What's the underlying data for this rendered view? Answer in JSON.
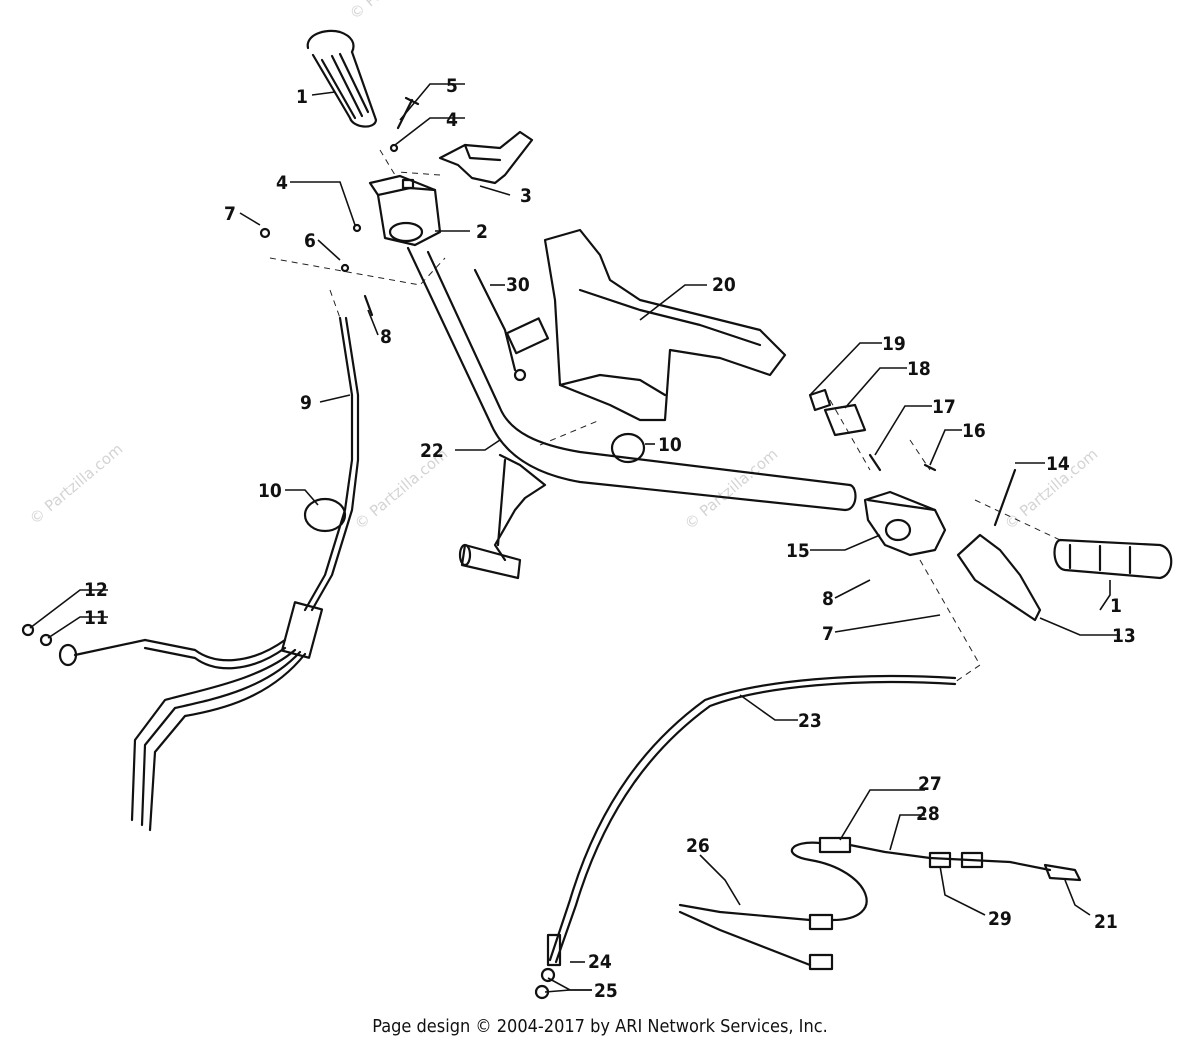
{
  "footer": "Page design © 2004-2017 by ARI Network Services, Inc.",
  "watermark": "© Partzilla.com",
  "callouts": [
    "1",
    "2",
    "3",
    "4",
    "5",
    "6",
    "7",
    "8",
    "9",
    "10",
    "11",
    "12",
    "13",
    "14",
    "15",
    "16",
    "17",
    "18",
    "19",
    "20",
    "21",
    "22",
    "23",
    "24",
    "25",
    "26",
    "27",
    "28",
    "29",
    "30"
  ],
  "colors": {
    "ink": "#111111",
    "watermark": "#d4d4d4",
    "background": "#ffffff"
  }
}
